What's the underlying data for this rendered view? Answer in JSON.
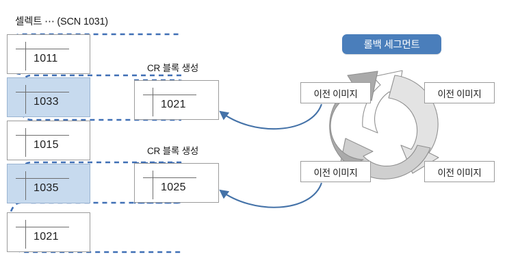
{
  "diagram": {
    "title": "셀렉트 ⋯ (SCN 1031)",
    "left_column": {
      "name": "scn-block-list",
      "rows": [
        {
          "value": "1011",
          "highlighted": false
        },
        {
          "value": "1033",
          "highlighted": true
        },
        {
          "value": "1015",
          "highlighted": false
        },
        {
          "value": "1035",
          "highlighted": true
        },
        {
          "value": "1021",
          "highlighted": false
        }
      ]
    },
    "cr_blocks": [
      {
        "label": "CR 블록 생성",
        "value": "1021"
      },
      {
        "label": "CR 블록 생성",
        "value": "1025"
      }
    ],
    "rollback": {
      "badge_label": "롤백 세그먼트",
      "image_boxes": [
        {
          "position": "top-left",
          "label": "이전 이미지"
        },
        {
          "position": "top-right",
          "label": "이전 이미지"
        },
        {
          "position": "bottom-left",
          "label": "이전 이미지"
        },
        {
          "position": "bottom-right",
          "label": "이전 이미지"
        }
      ]
    },
    "colors": {
      "badge_blue": "#4a7ebb",
      "highlight_blue": "#c7daee",
      "dashed_blue": "#3f6fb5",
      "arrow_blue": "#4472a8",
      "box_border": "#9b9b9b",
      "arrow_gray_dark": "#a8a8a8",
      "arrow_gray_mid": "#c8c8c8",
      "arrow_gray_light": "#e3e3e3",
      "arrow_white": "#ffffff"
    }
  }
}
